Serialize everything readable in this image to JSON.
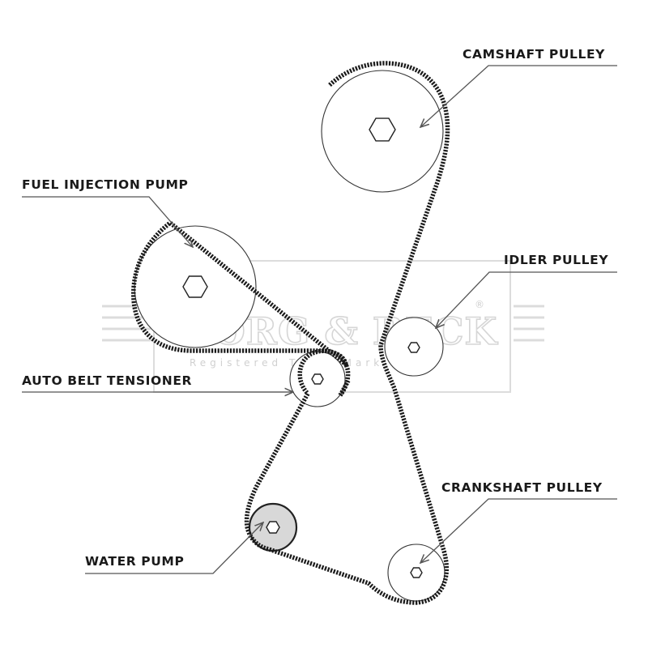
{
  "labels": {
    "camshaft": "CAMSHAFT PULLEY",
    "fuel_pump": "FUEL INJECTION PUMP",
    "idler": "IDLER PULLEY",
    "tensioner": "AUTO BELT TENSIONER",
    "crankshaft": "CRANKSHAFT PULLEY",
    "water_pump": "WATER PUMP"
  },
  "watermark": {
    "brand": "BORG & BECK",
    "registered": "®",
    "subtitle": "Registered Trade Mark"
  },
  "colors": {
    "belt": "#1a1a1a",
    "outline": "#333333",
    "water_pump_fill": "#d8d8d8",
    "watermark": "#d6d6d6"
  }
}
